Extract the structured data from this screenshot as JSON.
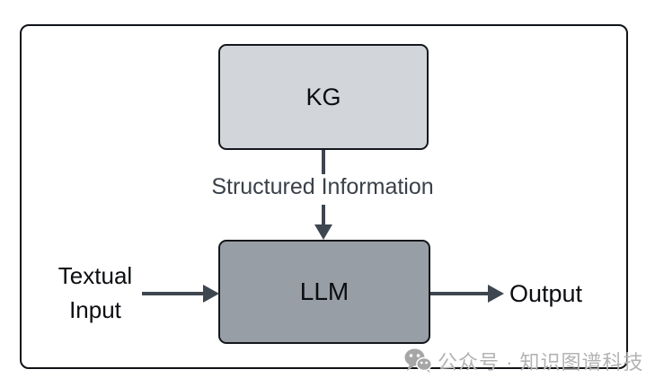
{
  "diagram": {
    "nodes": {
      "kg": {
        "label": "KG",
        "fill": "#d2d6db"
      },
      "llm": {
        "label": "LLM",
        "fill": "#989ea6"
      }
    },
    "edges": {
      "kg_to_llm": {
        "label": "Structured Information",
        "direction": "down",
        "from": "KG",
        "to": "LLM"
      },
      "input_to_llm": {
        "label": "Textual Input",
        "direction": "right",
        "to": "LLM"
      },
      "llm_to_output": {
        "label": "Output",
        "direction": "right",
        "from": "LLM"
      }
    },
    "labels": {
      "textual_input": "Textual Input",
      "output": "Output",
      "structured_information": "Structured Information"
    },
    "colors": {
      "background": "#ffffff",
      "frame_border": "#101318",
      "node_border": "#14171c",
      "kg_fill": "#d2d6db",
      "llm_fill": "#989ea6",
      "arrow": "#3e4650",
      "edge_label_text": "#3a4049",
      "node_text": "#0b0d10",
      "watermark": "#b3b3b3"
    },
    "watermark": {
      "icon": "wechat-icon",
      "text": "公众号 · 知识图谱科技"
    }
  }
}
